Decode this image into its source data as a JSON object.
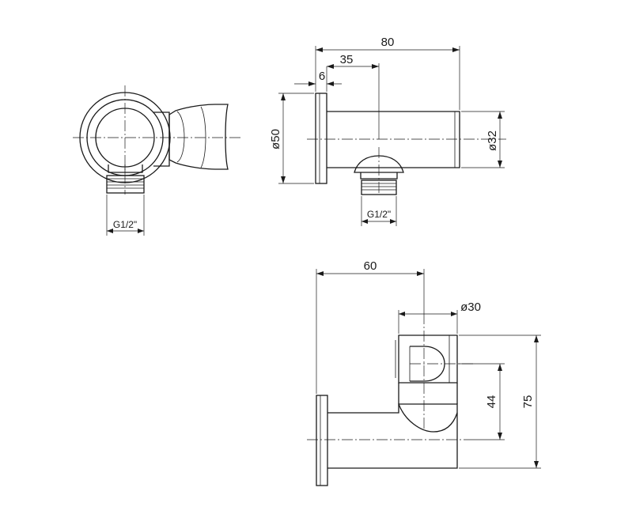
{
  "dimensions": {
    "overall_length": "80",
    "outlet_offset": "35",
    "flange_thickness": "6",
    "flange_diameter": "ø50",
    "body_diameter": "ø32",
    "thread_front": "G1/2\"",
    "thread_side": "G1/2\"",
    "holder_reach": "60",
    "holder_diameter": "ø30",
    "holder_axis_height": "44",
    "overall_height": "75"
  }
}
